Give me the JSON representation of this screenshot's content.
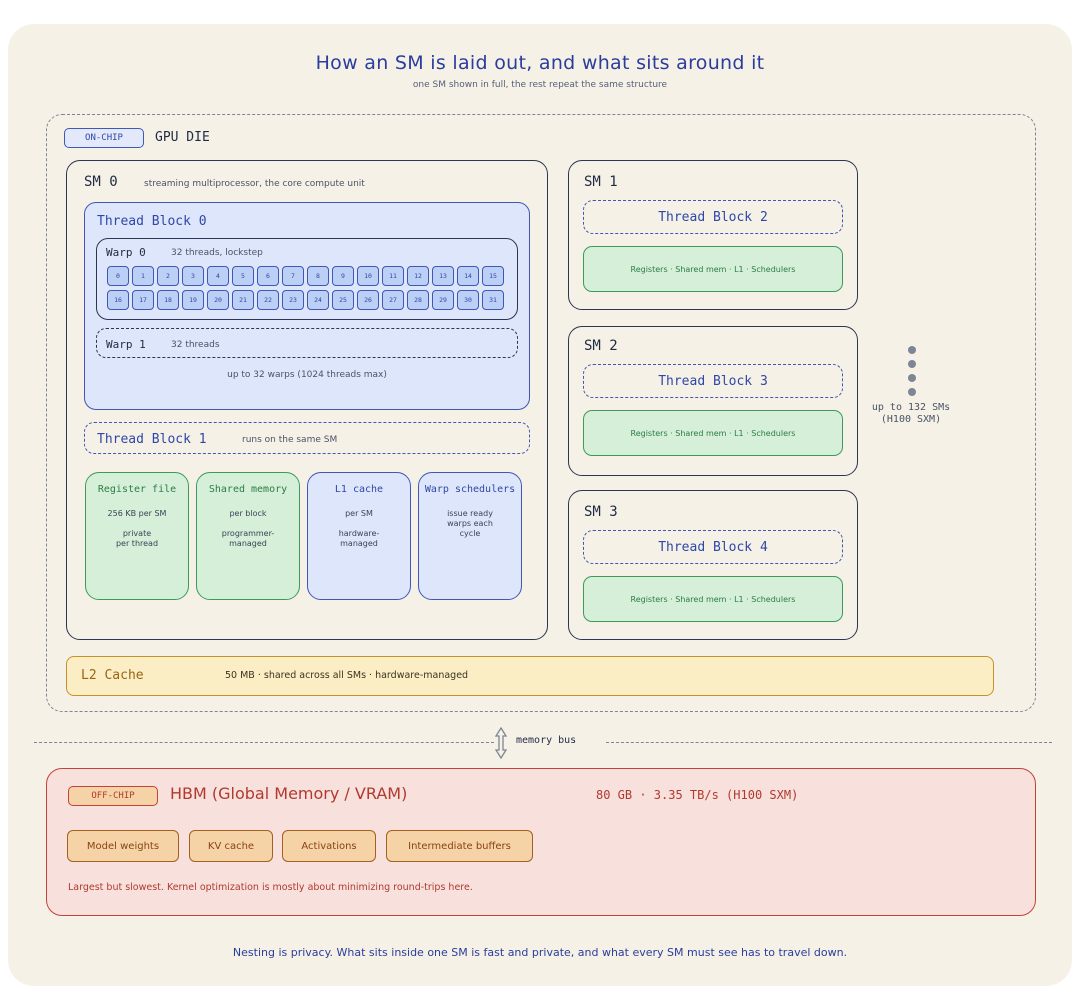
{
  "header": {
    "title": "How an SM is laid out, and what sits around it",
    "subtitle": "one SM shown in full, the rest repeat the same structure"
  },
  "die": {
    "tag": "ON-CHIP",
    "label": "GPU DIE",
    "more_sms": [
      "up to 132 SMs",
      "(H100 SXM)"
    ]
  },
  "sm0": {
    "label": "SM 0",
    "description": "streaming multiprocessor, the core compute unit",
    "thread_block0": {
      "label": "Thread Block 0",
      "warp0": {
        "label": "Warp 0",
        "note": "32 threads, lockstep",
        "threads": [
          "0",
          "1",
          "2",
          "3",
          "4",
          "5",
          "6",
          "7",
          "8",
          "9",
          "10",
          "11",
          "12",
          "13",
          "14",
          "15",
          "16",
          "17",
          "18",
          "19",
          "20",
          "21",
          "22",
          "23",
          "24",
          "25",
          "26",
          "27",
          "28",
          "29",
          "30",
          "31"
        ]
      },
      "warp1": {
        "label": "Warp 1",
        "note": "32 threads"
      },
      "note": "up to 32 warps (1024 threads max)"
    },
    "thread_block1": {
      "label": "Thread Block 1",
      "note": "runs on the same SM"
    },
    "memories": [
      {
        "title": "Register file",
        "lines": [
          "256 KB per SM",
          "",
          "private",
          "per thread"
        ],
        "color": "#3f9a5a"
      },
      {
        "title": "Shared memory",
        "lines": [
          "per block",
          "",
          "programmer-",
          "managed"
        ],
        "color": "#3f9a5a"
      },
      {
        "title": "L1 cache",
        "lines": [
          "per SM",
          "",
          "hardware-",
          "managed"
        ],
        "color": "#3f57b7"
      },
      {
        "title": "Warp schedulers",
        "lines": [
          "issue ready",
          "warps each",
          "cycle"
        ],
        "color": "#3f57b7"
      }
    ]
  },
  "other_sms": [
    {
      "label": "SM 1",
      "block": "Thread Block 2",
      "resources": "Registers · Shared mem · L1 · Schedulers"
    },
    {
      "label": "SM 2",
      "block": "Thread Block 3",
      "resources": "Registers · Shared mem · L1 · Schedulers"
    },
    {
      "label": "SM 3",
      "block": "Thread Block 4",
      "resources": "Registers · Shared mem · L1 · Schedulers"
    }
  ],
  "l2": {
    "label": "L2 Cache",
    "description": "50 MB · shared across all SMs · hardware-managed"
  },
  "bus": {
    "label": "memory bus"
  },
  "hbm": {
    "tag": "OFF-CHIP",
    "title": "HBM (Global Memory / VRAM)",
    "spec": "80 GB · 3.35 TB/s (H100 SXM)",
    "contents": [
      "Model weights",
      "KV cache",
      "Activations",
      "Intermediate buffers"
    ],
    "note": "Largest but slowest. Kernel optimization is mostly about minimizing round-trips here."
  },
  "footer": "Nesting is privacy. What sits inside one SM is fast and private, and what every SM must see has to travel down.",
  "colors": {
    "ink_blue": "#2a3d9c",
    "sm_blue": "#3f57b7",
    "green": "#3f9a5a",
    "amber": "#c4922c",
    "red": "#c0443a"
  }
}
